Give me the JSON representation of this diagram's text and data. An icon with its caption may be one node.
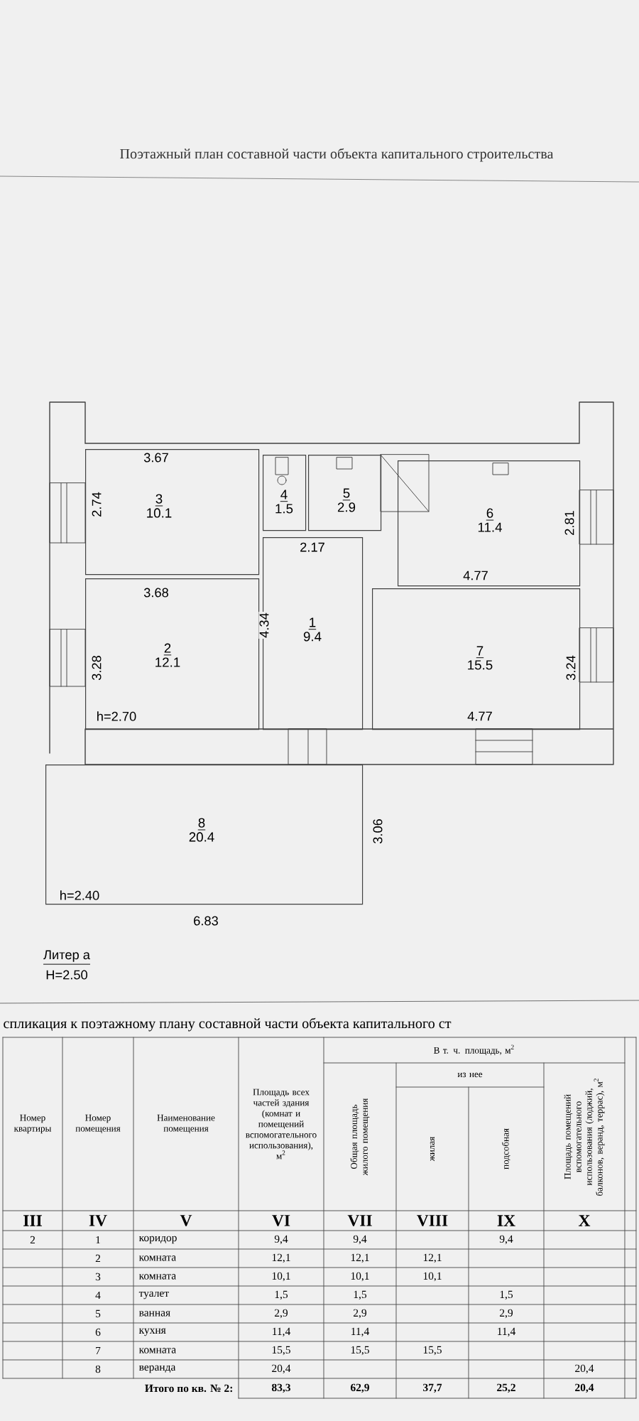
{
  "diagram": {
    "title": "Поэтажный план составной части объекта капитального строительства",
    "nodes": [
      {
        "text": [
          "3",
          "10.1"
        ]
      },
      {
        "text": [
          "4",
          "1.5"
        ]
      },
      {
        "text": [
          "5",
          "2.9"
        ]
      },
      {
        "text": [
          "6",
          "11.4"
        ]
      },
      {
        "text": [
          "1",
          "9.4"
        ]
      },
      {
        "text": [
          "2",
          "12.1"
        ]
      },
      {
        "text": [
          "7",
          "15.5"
        ]
      },
      {
        "text": [
          "8",
          "20.4"
        ]
      }
    ],
    "labels": [
      "3.67",
      "2.74",
      "2.17",
      "2.81",
      "4.77",
      "3.68",
      "4.34",
      "3.28",
      "3.24",
      "h=2.70",
      "4.77",
      "3.06",
      "h=2.40",
      "6.83",
      "Литер а",
      "H=2.50",
      "спликация к поэтажному плану составной части объекта капитального ст",
      "Номер квартиры",
      "Номер помещения",
      "Наименование помещения",
      "Площадь всех частей здания (комнат и помещений вспомогательного использования), м$^{2}$",
      "В т. ч. площадь, м$^{2}$",
      "Общая площадь жилого помещения",
      "из нее",
      "жилая",
      "подсобная",
      "Площадь помещений вспомогательного использования (лоджий, балконов, веранд, террас), м$^{2}$",
      "III",
      "IV",
      "V",
      "VI",
      "VII",
      "VIII",
      "IX",
      "X",
      "2",
      "1",
      "коридор",
      "9,4",
      "9,4",
      "9,4",
      "2",
      "комната",
      "12,1",
      "12,1",
      "12,1",
      "3",
      "комната",
      "10,1",
      "10,1",
      "10,1",
      "4",
      "туалет",
      "1,5",
      "1,5",
      "1,5",
      "5",
      "ванная",
      "2,9",
      "2,9",
      "2,9",
      "6",
      "кухня",
      "11,4",
      "11,4",
      "11,4",
      "7",
      "комната",
      "15,5",
      "15,5",
      "15,5",
      "8",
      "веранда",
      "20,4",
      "20,4",
      "Итого по кв. № 2:",
      "83,3",
      "62,9",
      "37,7",
      "25,2",
      "20,4"
    ]
  }
}
